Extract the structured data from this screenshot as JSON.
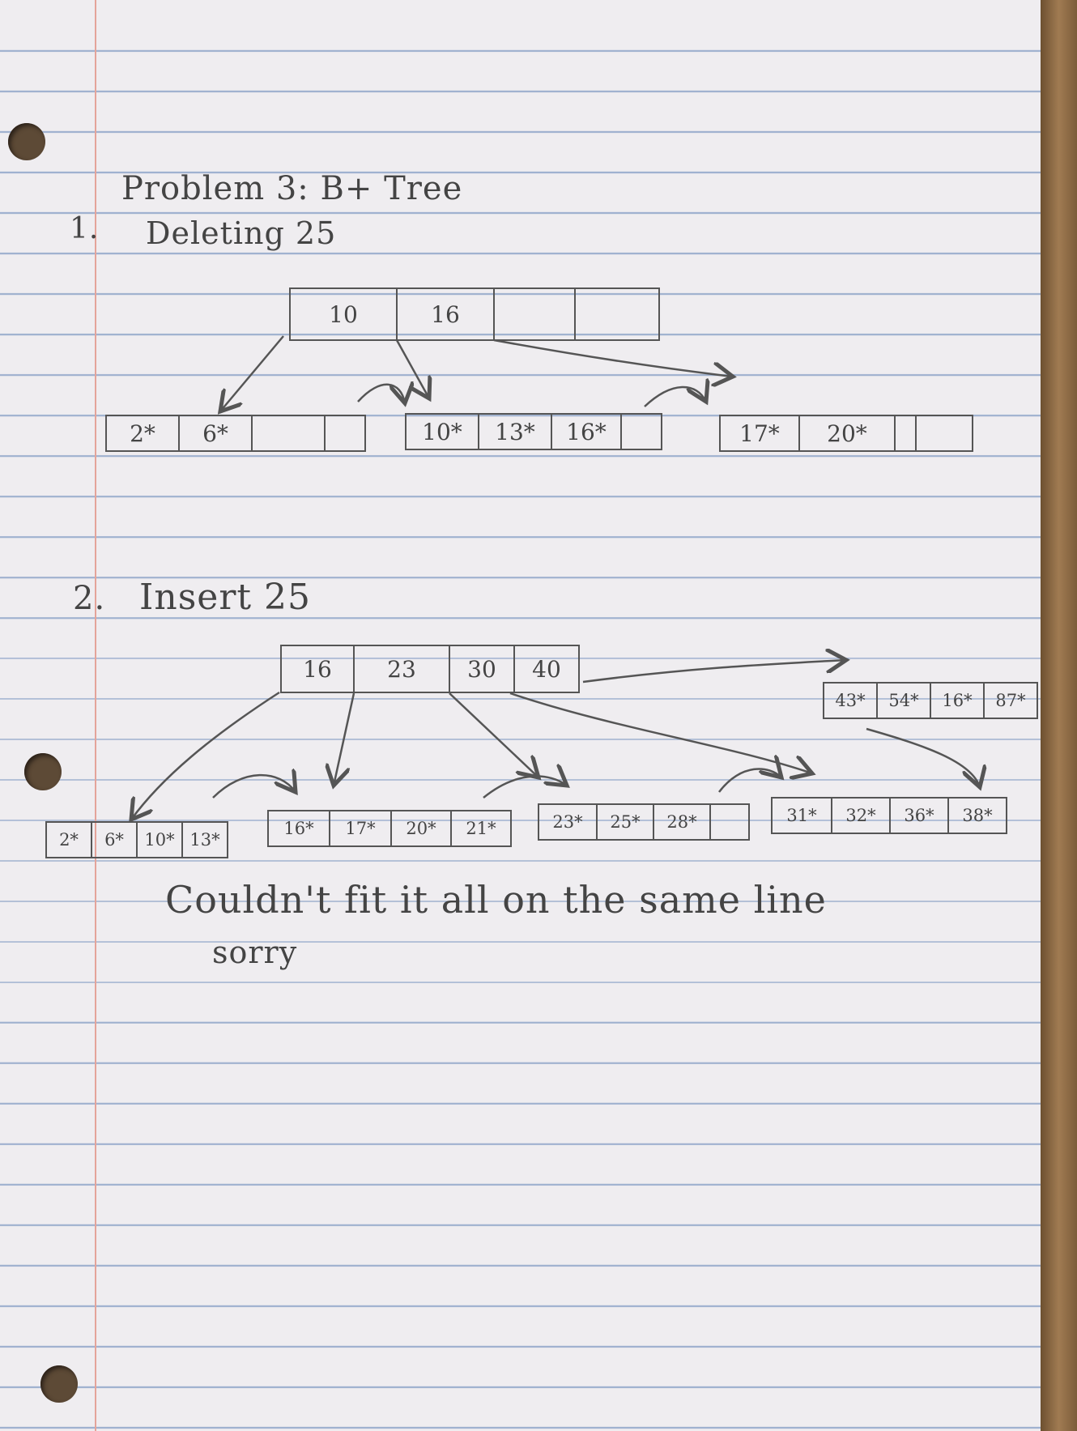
{
  "problem_title": "Problem 3: B+ Tree",
  "part1": {
    "number": "1.",
    "heading": "Deleting 25",
    "root": [
      "10",
      "16",
      "",
      ""
    ],
    "leaves": [
      [
        "2*",
        "6*",
        "",
        ""
      ],
      [
        "10*",
        "13*",
        "16*",
        ""
      ],
      [
        "17*",
        "20*",
        "",
        ""
      ]
    ]
  },
  "part2": {
    "number": "2.",
    "heading": "Insert 25",
    "root": [
      "16",
      "23",
      "30",
      "40"
    ],
    "leaves": [
      [
        "2*",
        "6*",
        "10*",
        "13*"
      ],
      [
        "16*",
        "17*",
        "20*",
        "21*"
      ],
      [
        "23*",
        "25*",
        "28*",
        ""
      ],
      [
        "31*",
        "32*",
        "36*",
        "38*"
      ],
      [
        "43*",
        "54*",
        "16*",
        "87*"
      ]
    ]
  },
  "note_line1": "Couldn't fit it all on the same line",
  "note_line2": "sorry"
}
